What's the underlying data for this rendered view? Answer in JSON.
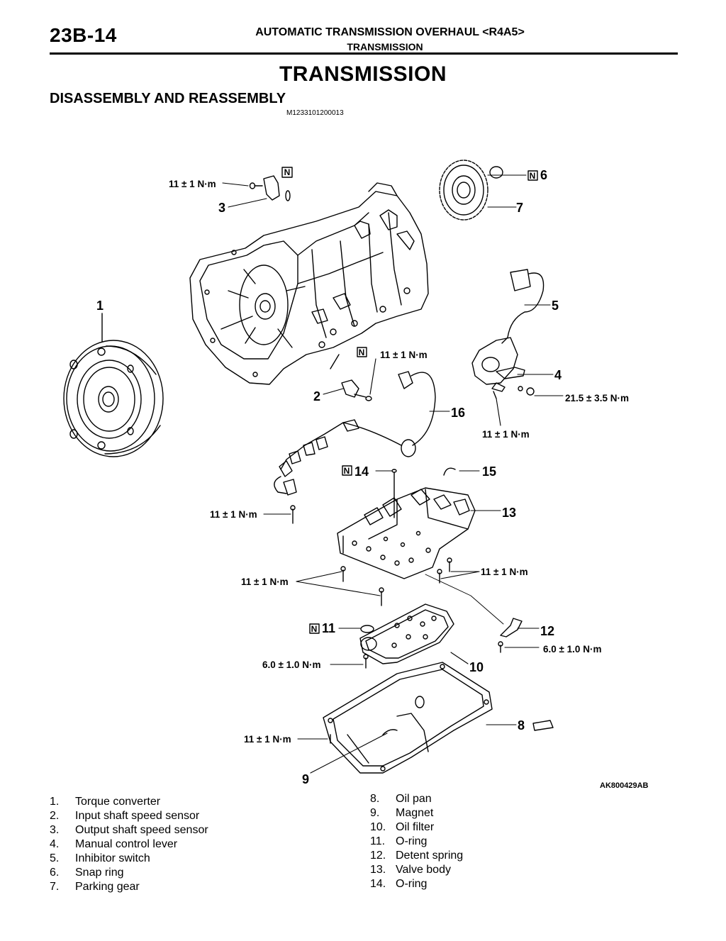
{
  "header": {
    "page_number": "23B-14",
    "title": "AUTOMATIC TRANSMISSION OVERHAUL <R4A5>",
    "subtitle": "TRANSMISSION"
  },
  "section": {
    "title": "TRANSMISSION",
    "subtitle": "DISASSEMBLY AND REASSEMBLY",
    "code": "M1233101200013"
  },
  "diagram": {
    "figure_code": "AK800429AB",
    "new_part_mark": "N",
    "callouts": [
      "1",
      "2",
      "3",
      "4",
      "5",
      "6",
      "7",
      "8",
      "9",
      "10",
      "11",
      "12",
      "13",
      "14",
      "15",
      "16"
    ],
    "torques": {
      "t3": "11 ± 1 N·m",
      "t2": "11 ± 1 N·m",
      "t4a": "21.5 ± 3.5 N·m",
      "t4b": "11 ± 1 N·m",
      "t16": "11 ± 1 N·m",
      "t13a": "11 ± 1 N·m",
      "t13b": "11 ± 1 N·m",
      "t10": "6.0 ± 1.0 N·m",
      "t12": "6.0 ± 1.0 N·m",
      "t8": "11 ± 1 N·m"
    }
  },
  "legend": {
    "left": [
      {
        "num": "1.",
        "name": "Torque converter"
      },
      {
        "num": "2.",
        "name": "Input shaft speed sensor"
      },
      {
        "num": "3.",
        "name": "Output shaft speed sensor"
      },
      {
        "num": "4.",
        "name": "Manual control lever"
      },
      {
        "num": "5.",
        "name": "Inhibitor switch"
      },
      {
        "num": "6.",
        "name": "Snap ring"
      },
      {
        "num": "7.",
        "name": "Parking gear"
      }
    ],
    "right": [
      {
        "num": "8.",
        "name": "Oil pan"
      },
      {
        "num": "9.",
        "name": "Magnet"
      },
      {
        "num": "10.",
        "name": "Oil filter"
      },
      {
        "num": "11.",
        "name": "O-ring"
      },
      {
        "num": "12.",
        "name": "Detent spring"
      },
      {
        "num": "13.",
        "name": "Valve body"
      },
      {
        "num": "14.",
        "name": "O-ring"
      }
    ]
  }
}
